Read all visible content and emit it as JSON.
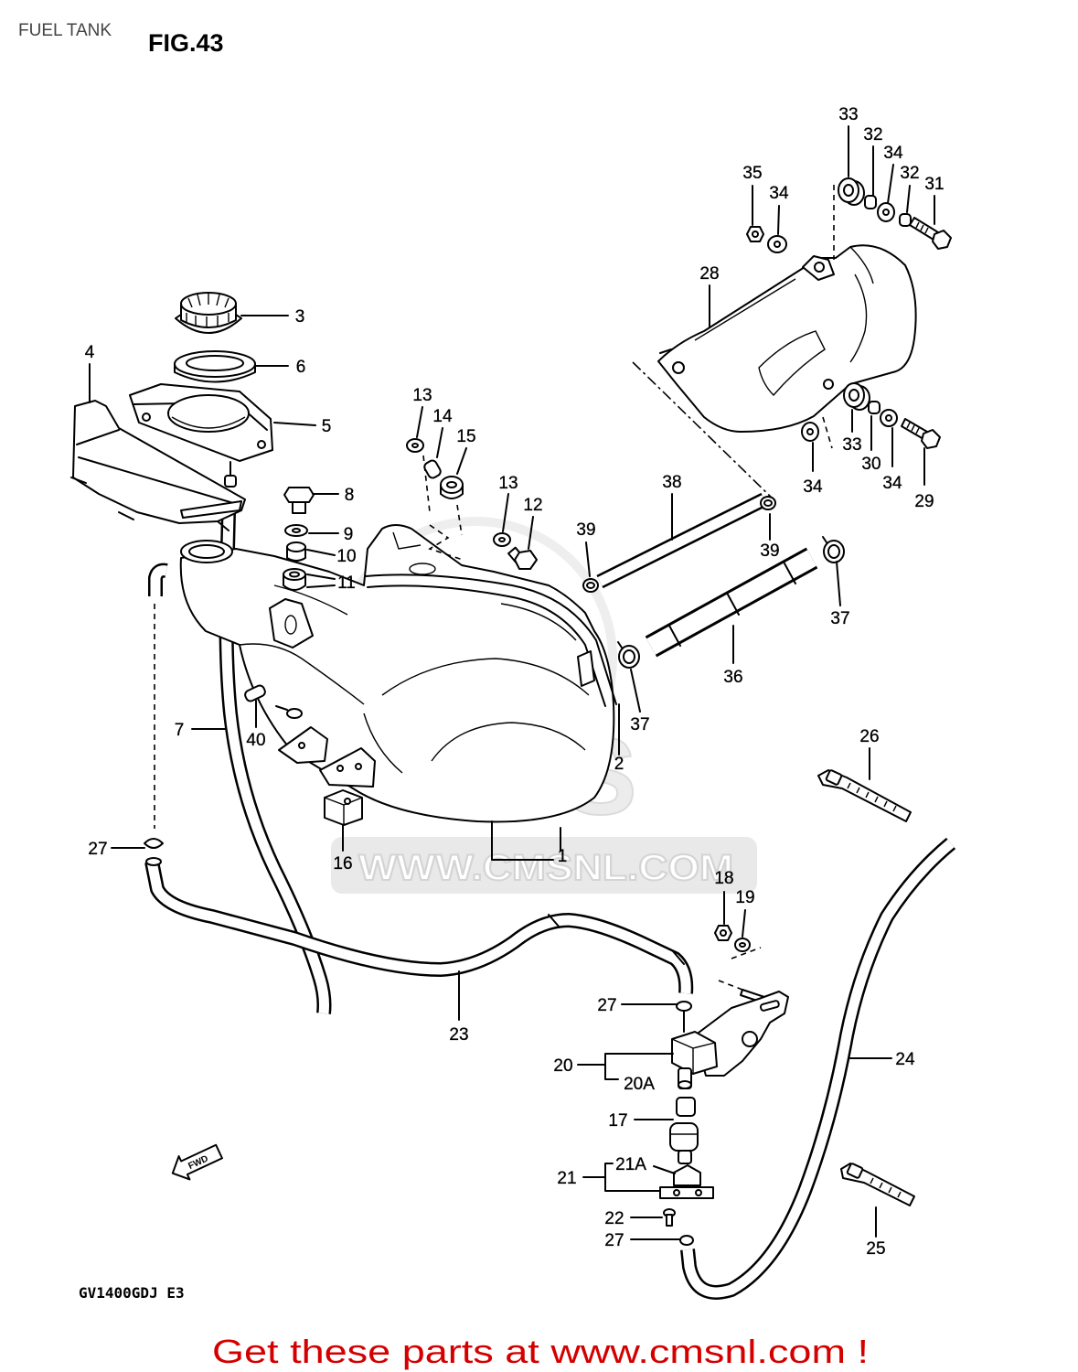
{
  "header": {
    "title": "FUEL TANK",
    "figure": "FIG.43"
  },
  "model_code": "GV1400GDJ E3",
  "footer": {
    "promo": "Get these parts at www.cmsnl.com !"
  },
  "direction_marker": "FWD",
  "watermark": {
    "logo": "CMS",
    "url": "WWW.CMSNL.COM"
  },
  "colors": {
    "promo": "#d40000",
    "line": "#000000",
    "watermark": "#e4e4e4"
  },
  "callouts": [
    "3",
    "6",
    "4",
    "5",
    "8",
    "9",
    "10",
    "11",
    "7",
    "40",
    "27",
    "16",
    "1",
    "2",
    "13",
    "14",
    "15",
    "13",
    "12",
    "39",
    "38",
    "39",
    "37",
    "36",
    "37",
    "35",
    "34",
    "33",
    "32",
    "34",
    "32",
    "31",
    "28",
    "33",
    "30",
    "34",
    "34",
    "29",
    "26",
    "18",
    "19",
    "23",
    "27",
    "20",
    "20A",
    "24",
    "17",
    "21",
    "21A",
    "22",
    "27",
    "25"
  ]
}
